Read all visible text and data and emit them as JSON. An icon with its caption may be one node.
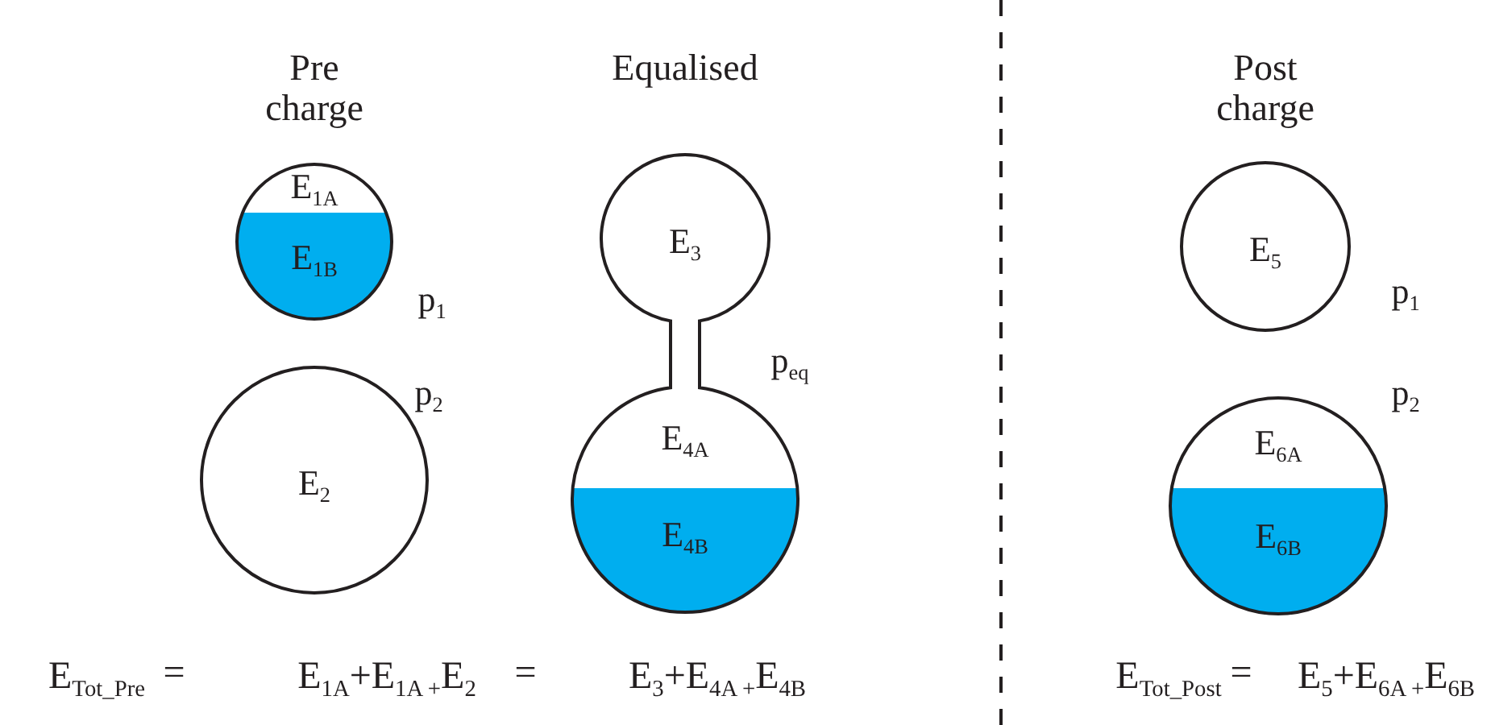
{
  "diagram": {
    "nodes": [
      {
        "text": [
          "E$_{1A}$",
          "E$_{1B}$"
        ],
        "beside": [
          "p$_{1}$"
        ]
      },
      {
        "text": [
          "E$_{2}$"
        ],
        "beside": [
          "p$_{2}$"
        ]
      },
      {
        "text": [
          "E$_{3}$",
          "E$_{4A}$",
          "E$_{4B}$"
        ],
        "beside": [
          "p$_{eq}$"
        ]
      },
      {
        "text": [
          "E$_{5}$"
        ],
        "beside": [
          "p$_{1}$"
        ]
      },
      {
        "text": [
          "E$_{6A}$",
          "E$_{6B}$"
        ],
        "beside": [
          "p$_{2}$"
        ]
      }
    ],
    "labels": [
      "Pre charge",
      "Equalised",
      "Post charge",
      "E$_{Tot_Pre}$",
      "=",
      "E$_{1A}$+E$_{1A +}$E$_{2}$",
      "=",
      "E$_{3}$+E$_{4A +}$E$_{4B}$",
      "E$_{Tot_Post}$",
      "=",
      "E$_{5}$+E$_{6A +}$E$_{6B}$"
    ]
  }
}
